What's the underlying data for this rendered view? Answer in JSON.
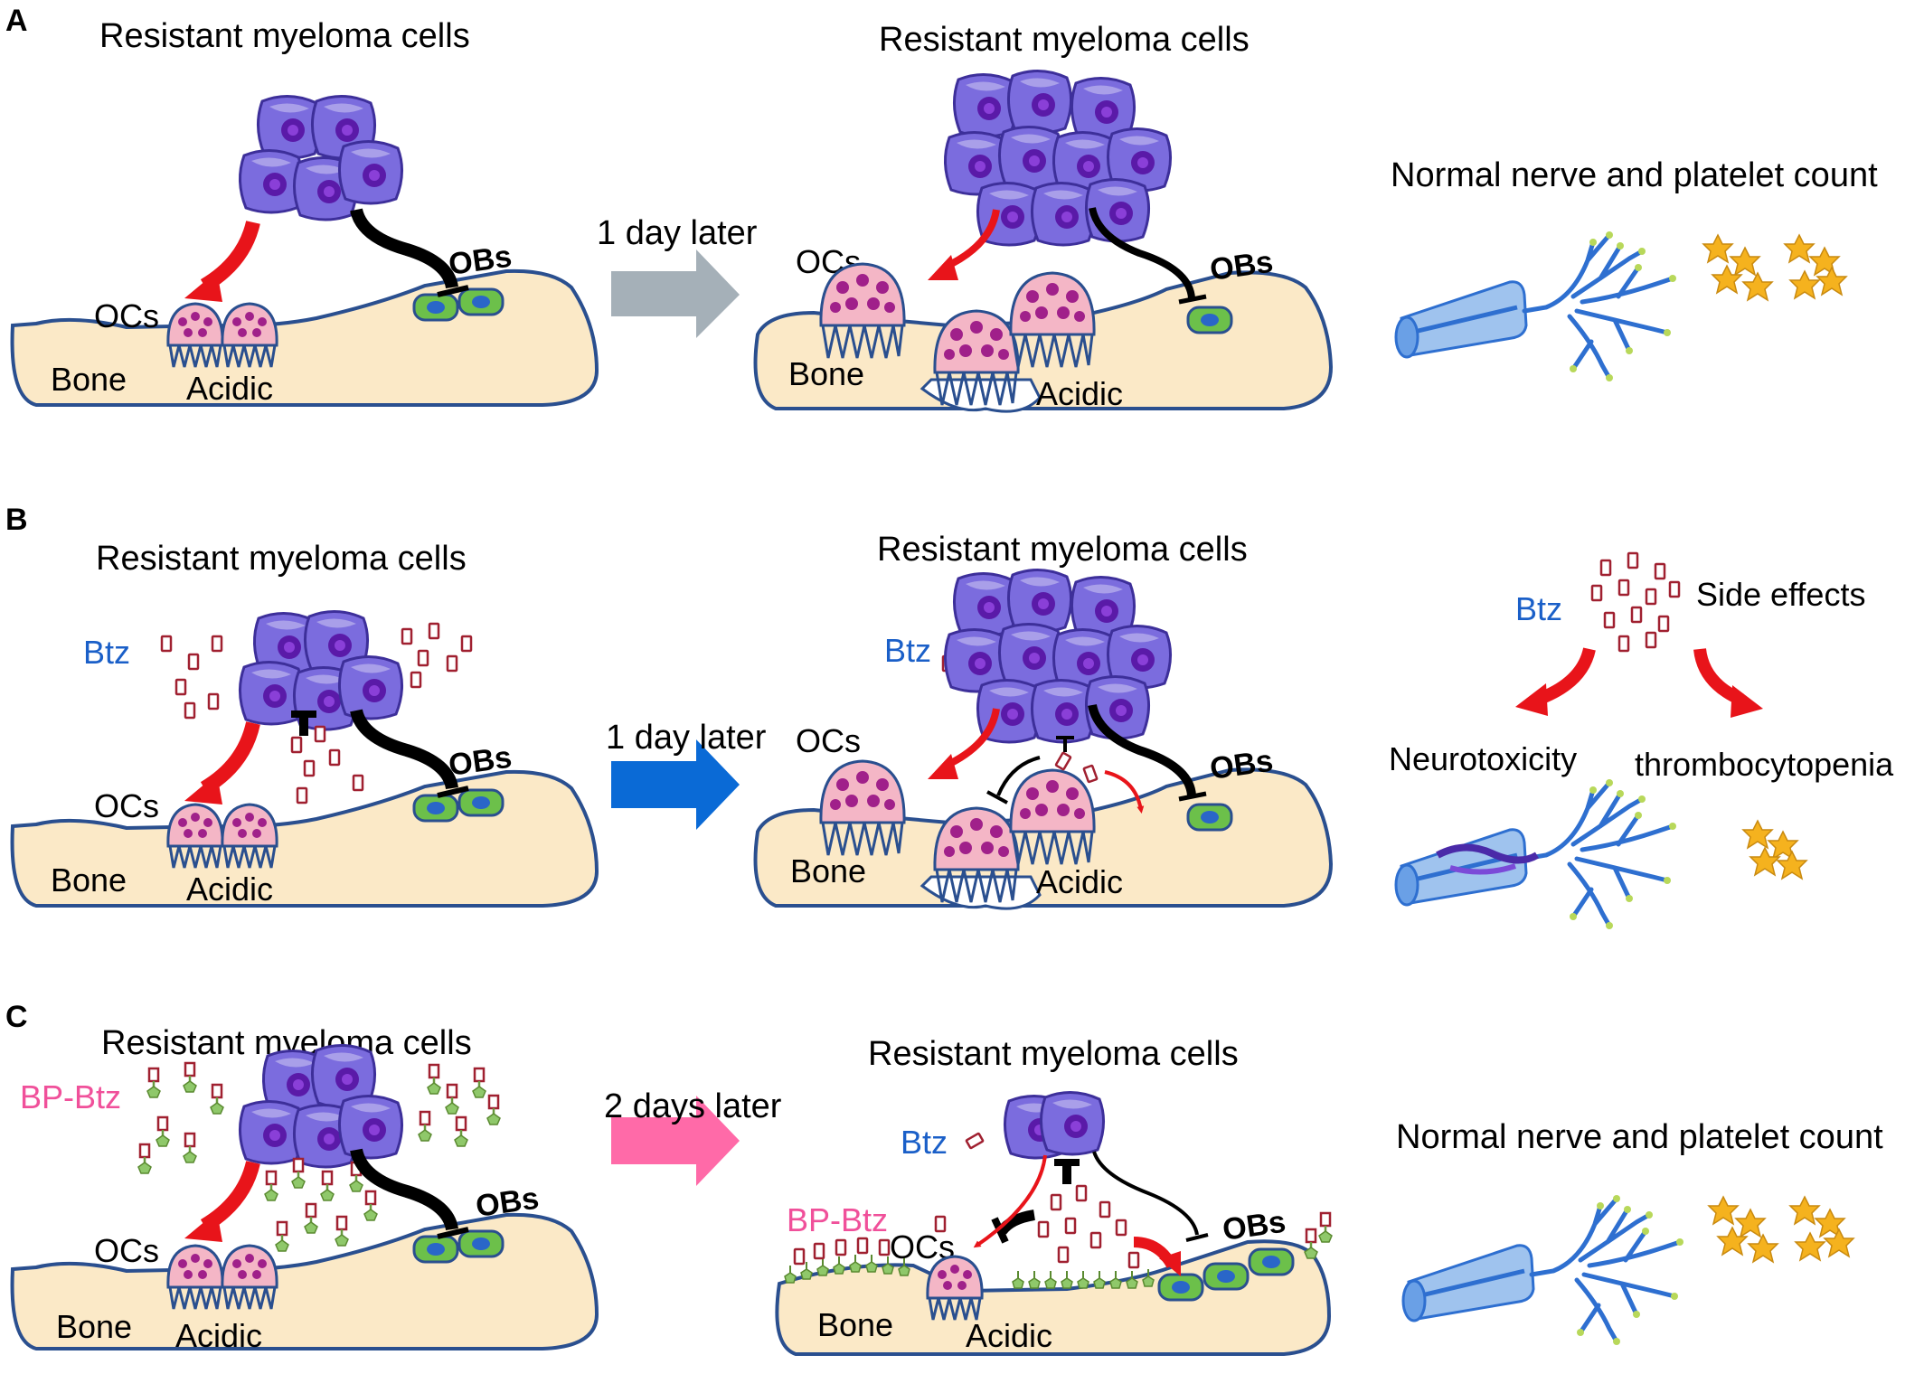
{
  "colors": {
    "bone": "#fbe9c7",
    "outline": "#2a4f8f",
    "myeloma": "#7b6cde",
    "nucleus": "#5a1aa8",
    "osteoclast": "#f4b6c6",
    "osteoclast_dot": "#a0208a",
    "osteoblast": "#6cc04a",
    "osteoblast_nucleus": "#2a66c8",
    "stimulate_arrow": "#e8141a",
    "inhibit_arrow": "#000000",
    "drug": "#a02030",
    "ligand": "#8fc86a",
    "gray_arrow": "#a5b0b8",
    "blue_arrow": "#0a6ad6",
    "pink_arrow": "#ff6aa8",
    "platelet": "#f5b21e",
    "nerve": "#2e6fd0"
  },
  "panelA": {
    "letter": "A",
    "left_title": "Resistant myeloma cells",
    "middle_title": "Resistant myeloma cells",
    "arrow_label": "1 day later",
    "right_title": "Normal nerve and platelet count",
    "left": {
      "ocs": "OCs",
      "obs": "OBs",
      "bone": "Bone",
      "acidic": "Acidic"
    },
    "middle": {
      "ocs": "OCs",
      "obs": "OBs",
      "bone": "Bone",
      "acidic": "Acidic"
    }
  },
  "panelB": {
    "letter": "B",
    "left_title": "Resistant myeloma cells",
    "middle_title": "Resistant myeloma cells",
    "arrow_label": "1 day later",
    "left": {
      "drug": "Btz",
      "ocs": "OCs",
      "obs": "OBs",
      "bone": "Bone",
      "acidic": "Acidic"
    },
    "middle": {
      "drug": "Btz",
      "ocs": "OCs",
      "obs": "OBs",
      "bone": "Bone",
      "acidic": "Acidic"
    },
    "right": {
      "drug": "Btz",
      "side_effects": "Side effects",
      "neuro": "Neurotoxicity",
      "thrombo": "thrombocytopenia"
    }
  },
  "panelC": {
    "letter": "C",
    "left_title": "Resistant myeloma cells",
    "middle_title": "Resistant myeloma cells",
    "arrow_label": "2 days later",
    "right_title": "Normal nerve and platelet count",
    "left": {
      "drug": "BP-Btz",
      "ocs": "OCs",
      "obs": "OBs",
      "bone": "Bone",
      "acidic": "Acidic"
    },
    "middle": {
      "drug": "Btz",
      "bp_drug": "BP-Btz",
      "ocs": "OCs",
      "obs": "OBs",
      "bone": "Bone",
      "acidic": "Acidic"
    }
  }
}
